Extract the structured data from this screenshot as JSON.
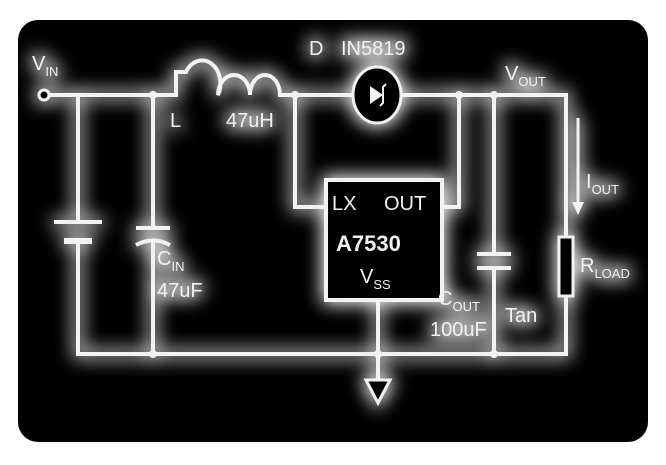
{
  "labels": {
    "vin": {
      "main": "V",
      "sub": "IN"
    },
    "vout": {
      "main": "V",
      "sub": "OUT"
    },
    "iout": {
      "main": "I",
      "sub": "OUT"
    },
    "rload": {
      "main": "R",
      "sub": "LOAD"
    },
    "inductor_ref": "L",
    "inductor_value": "47uH",
    "diode_ref": "D",
    "diode_part": "IN5819",
    "ic_lx": "LX",
    "ic_out": "OUT",
    "ic_name": "A7530",
    "ic_vss": {
      "main": "V",
      "sub": "SS"
    },
    "cin": {
      "main": "C",
      "sub": "IN"
    },
    "cin_value": "47uF",
    "cout": {
      "main": "C",
      "sub": "OUT"
    },
    "cout_value": "100uF",
    "cout_type": "Tan"
  },
  "colors": {
    "background": "#000000",
    "lines": "#f2f2f2",
    "halo": "#ffffff"
  }
}
